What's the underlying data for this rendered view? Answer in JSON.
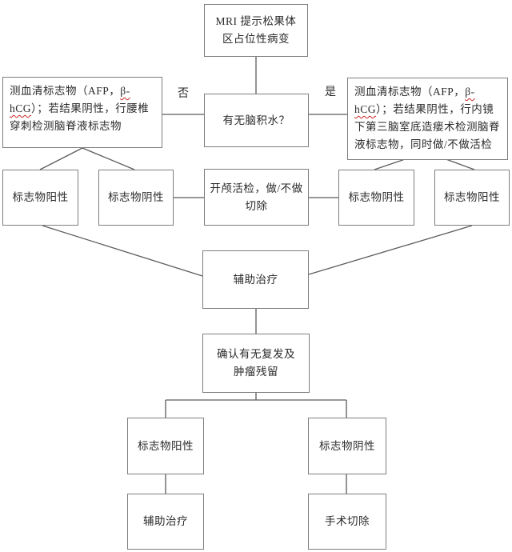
{
  "diagram": {
    "title_implicit": "松果体区占位性病变诊疗流程",
    "colors": {
      "background": "#ffffff",
      "box_border": "#7e7e7e",
      "connector": "#5c5c5c",
      "text": "#2a2a2a",
      "spellcheck_underline": "#cc2222"
    }
  },
  "nodes": {
    "mri": {
      "lines": [
        "MRI 提示松果体",
        "区占位性病变"
      ]
    },
    "hydrocephalus": {
      "label": "有无脑积水？"
    },
    "left_serum": {
      "prefix": "测血清标志物（AFP，",
      "marker": "β-hCG",
      "suffix": "）；若结果阴性，行腰椎穿刺检测脑脊液标志物"
    },
    "right_serum": {
      "prefix": "测血清标志物（AFP，",
      "marker": "β-hCG",
      "suffix": "）；若结果阴性，行内镜下第三脑室底造瘘术检测脑脊液标志物，同时做/不做活检"
    },
    "mid_marker_positive_left": {
      "label": "标志物阳性"
    },
    "mid_marker_negative_left": {
      "label": "标志物阴性"
    },
    "craniotomy": {
      "lines": [
        "开颅活检，做/不做",
        "切除"
      ]
    },
    "mid_marker_negative_right": {
      "label": "标志物阴性"
    },
    "mid_marker_positive_right": {
      "label": "标志物阳性"
    },
    "adjuvant_therapy": {
      "label": "辅助治疗"
    },
    "confirm_recurrence": {
      "lines": [
        "确认有无复发及",
        "肿瘤残留"
      ]
    },
    "bottom_marker_positive": {
      "label": "标志物阳性"
    },
    "bottom_marker_negative": {
      "label": "标志物阴性"
    },
    "bottom_adjuvant_therapy": {
      "label": "辅助治疗"
    },
    "bottom_surgical_resection": {
      "label": "手术切除"
    }
  },
  "edge_labels": {
    "no": "否",
    "yes": "是"
  }
}
